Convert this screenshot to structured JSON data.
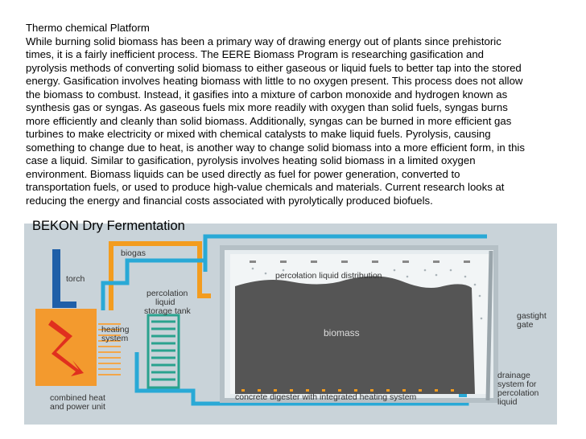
{
  "heading": "Thermo chemical Platform",
  "body_lines": [
    "While burning solid biomass has been a primary way of drawing energy out of plants since prehistoric",
    "times, it is a fairly inefficient process.  The EERE Biomass Program is researching gasification and",
    "pyrolysis methods of converting solid biomass to either gaseous or liquid fuels to better tap into the stored",
    "energy.  Gasification involves heating biomass with little to no oxygen present. This process does not allow",
    "the biomass to combust.  Instead, it gasifies into a mixture of carbon monoxide and hydrogen known as",
    "synthesis gas or syngas.   As gaseous fuels mix more readily with oxygen than solid fuels, syngas burns",
    "more efficiently and cleanly than solid biomass. Additionally, syngas can be burned in more efficient gas",
    "turbines to make electricity or mixed with chemical catalysts to make liquid fuels.  Pyrolysis, causing",
    "something to change due to heat, is another way to change solid biomass into a more efficient form, in this",
    "case a liquid. Similar to gasification, pyrolysis involves heating solid biomass in a limited oxygen",
    "environment.  Biomass liquids can be used directly as fuel for power generation, converted to",
    "transportation fuels, or used to produce high-value chemicals and materials. Current research looks at",
    "reducing the energy and financial costs associated with pyrolytically produced biofuels."
  ],
  "diagram": {
    "title": "BEKON Dry Fermentation",
    "labels": {
      "biogas": "biogas",
      "torch": "torch",
      "percolation_1": "percolation",
      "percolation_2": "liquid",
      "percolation_3": "storage tank",
      "heating_1": "heating",
      "heating_2": "system",
      "distribution": "percolation liquid distribution",
      "biomass": "biomass",
      "gastight_1": "gastight",
      "gastight_2": "gate",
      "chp_1": "combined heat",
      "chp_2": "and power unit",
      "digester": "concrete digester with integrated heating system",
      "drainage_1": "drainage",
      "drainage_2": "system for",
      "drainage_3": "percolation",
      "drainage_4": "liquid"
    },
    "colors": {
      "background": "#c9d3d9",
      "biogas_pipe": "#f39c1f",
      "liquid_pipe": "#29a9d6",
      "torch_pipe": "#1f5fa8",
      "chp_unit": "#f39a2e",
      "flame": "#e0301e",
      "tank": "#2aa28e",
      "biomass": "#555555"
    }
  }
}
